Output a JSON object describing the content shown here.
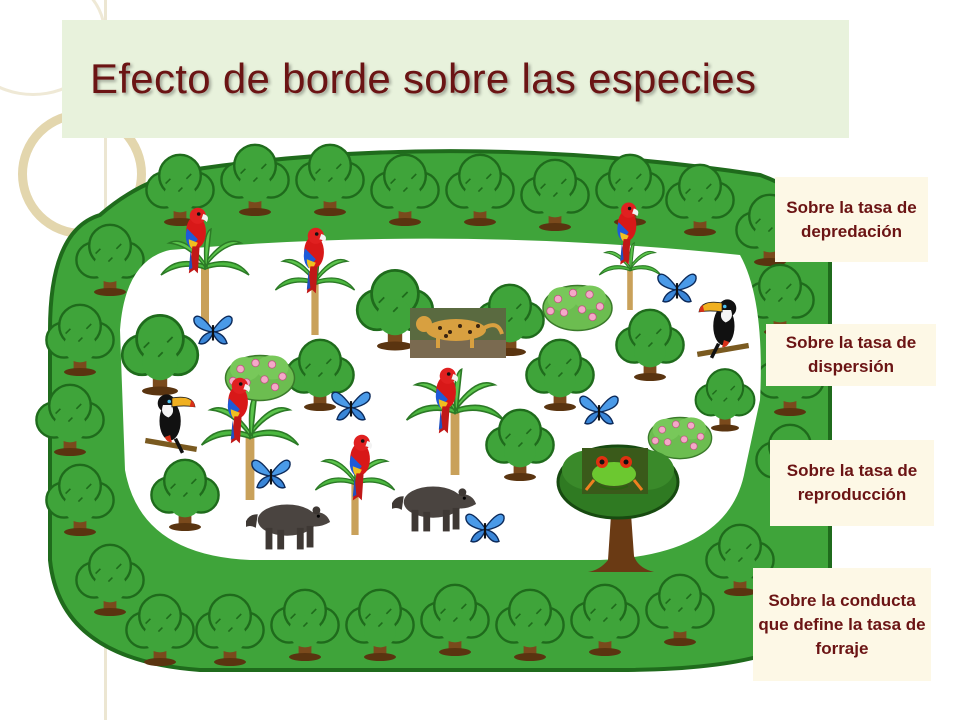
{
  "slide": {
    "title": "Efecto de borde sobre las especies"
  },
  "labels": [
    "Sobre la tasa de depredación",
    "Sobre la tasa de dispersión",
    "Sobre la tasa de reproducción",
    "Sobre la conducta que define la tasa de forraje"
  ],
  "colors": {
    "title_text": "#6b1414",
    "title_bg": "#e8f2dc",
    "label_bg": "#fdf8e6",
    "forest_green": "#3fa43a"
  },
  "icons": [
    "tree-icon",
    "palm-icon",
    "parrot-icon",
    "butterfly-icon",
    "toucan-icon",
    "tapir-icon",
    "jaguar-photo",
    "frog-icon",
    "flowering-bush-icon"
  ]
}
